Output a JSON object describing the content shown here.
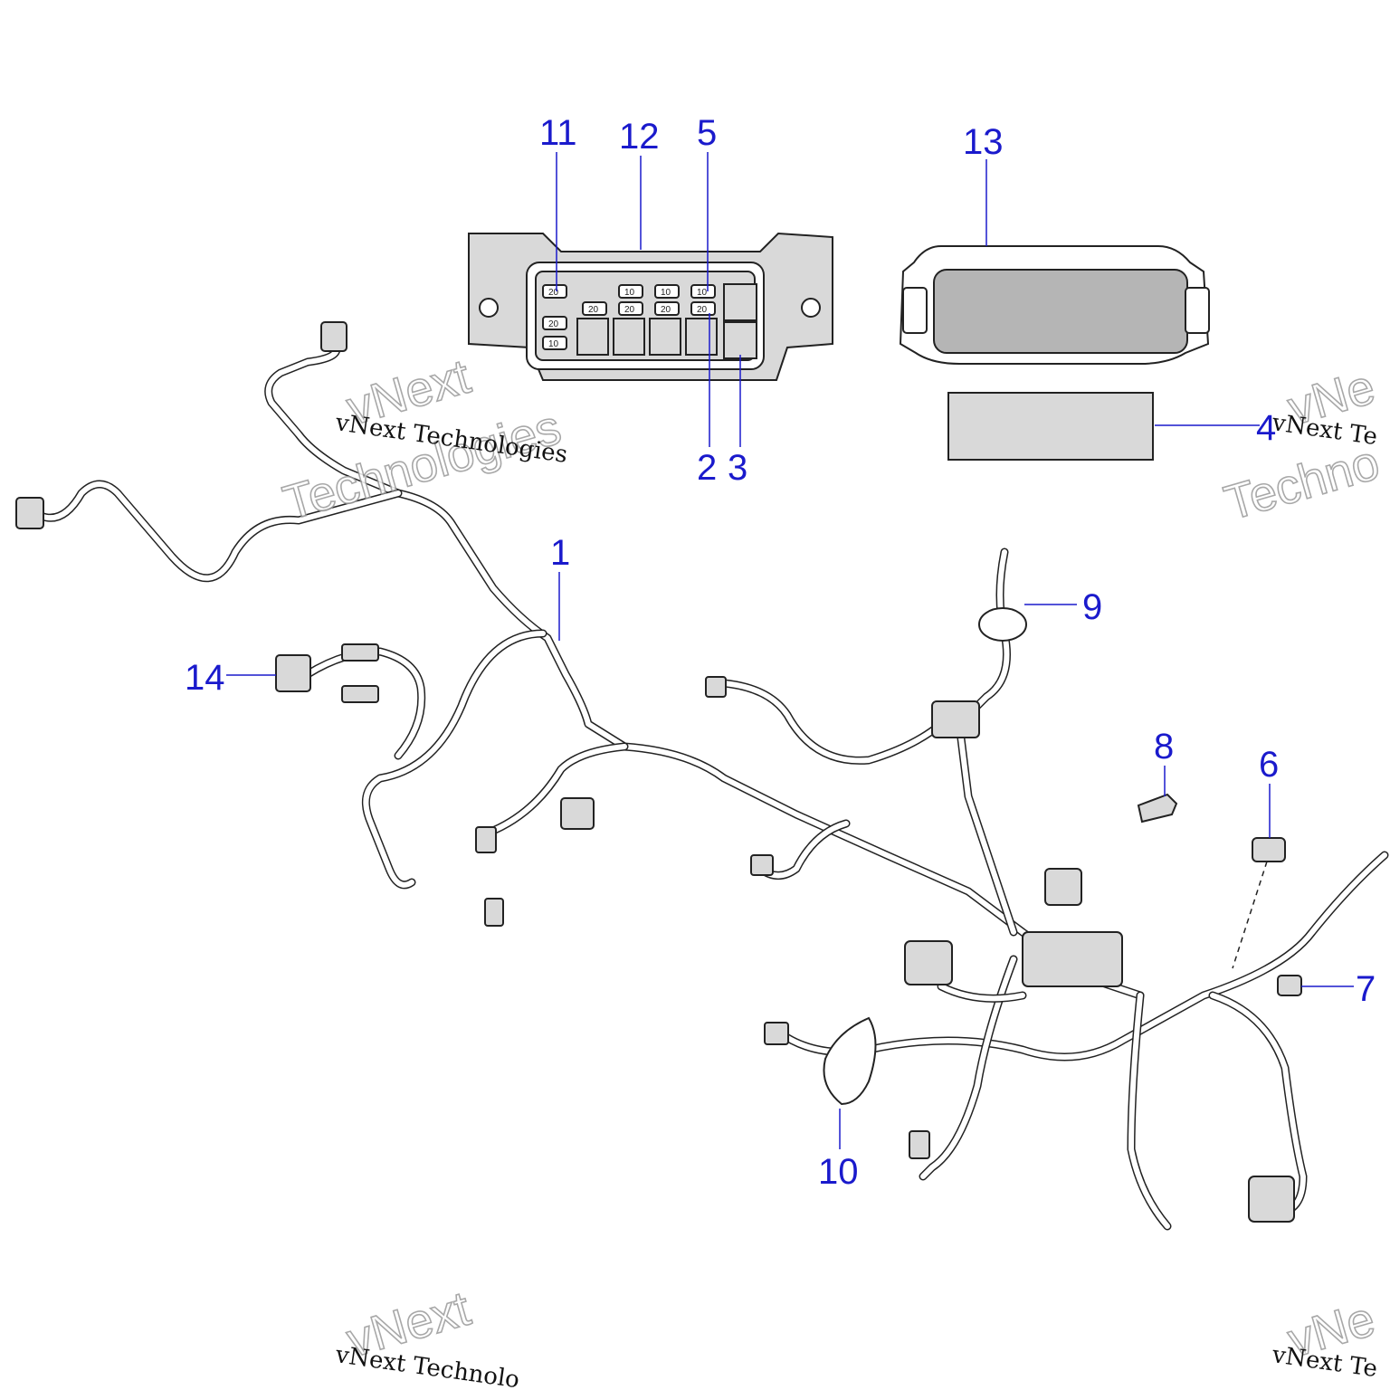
{
  "callouts": [
    {
      "id": "1",
      "label": "1"
    },
    {
      "id": "2",
      "label": "2"
    },
    {
      "id": "3",
      "label": "3"
    },
    {
      "id": "4",
      "label": "4"
    },
    {
      "id": "5",
      "label": "5"
    },
    {
      "id": "6",
      "label": "6"
    },
    {
      "id": "7",
      "label": "7"
    },
    {
      "id": "8",
      "label": "8"
    },
    {
      "id": "9",
      "label": "9"
    },
    {
      "id": "10",
      "label": "10"
    },
    {
      "id": "11",
      "label": "11"
    },
    {
      "id": "12",
      "label": "12"
    },
    {
      "id": "13",
      "label": "13"
    },
    {
      "id": "14",
      "label": "14"
    }
  ],
  "fuses": {
    "top_row": [
      "20",
      "10",
      "10",
      "10"
    ],
    "mid_row": [
      "20",
      "20",
      "20",
      "20"
    ],
    "left_col": [
      "20",
      "10"
    ]
  },
  "watermark": {
    "small": "vNext Technologies",
    "big_line1": "vNext",
    "big_line2": "Technologies",
    "partial_small": "vNext Te",
    "partial_big1": "vNe",
    "partial_big2": "Techno",
    "bottom_small": "vNext Technolo"
  },
  "colors": {
    "callout": "#1a1acc",
    "line": "#222222",
    "part_fill": "#d9d9d9"
  }
}
